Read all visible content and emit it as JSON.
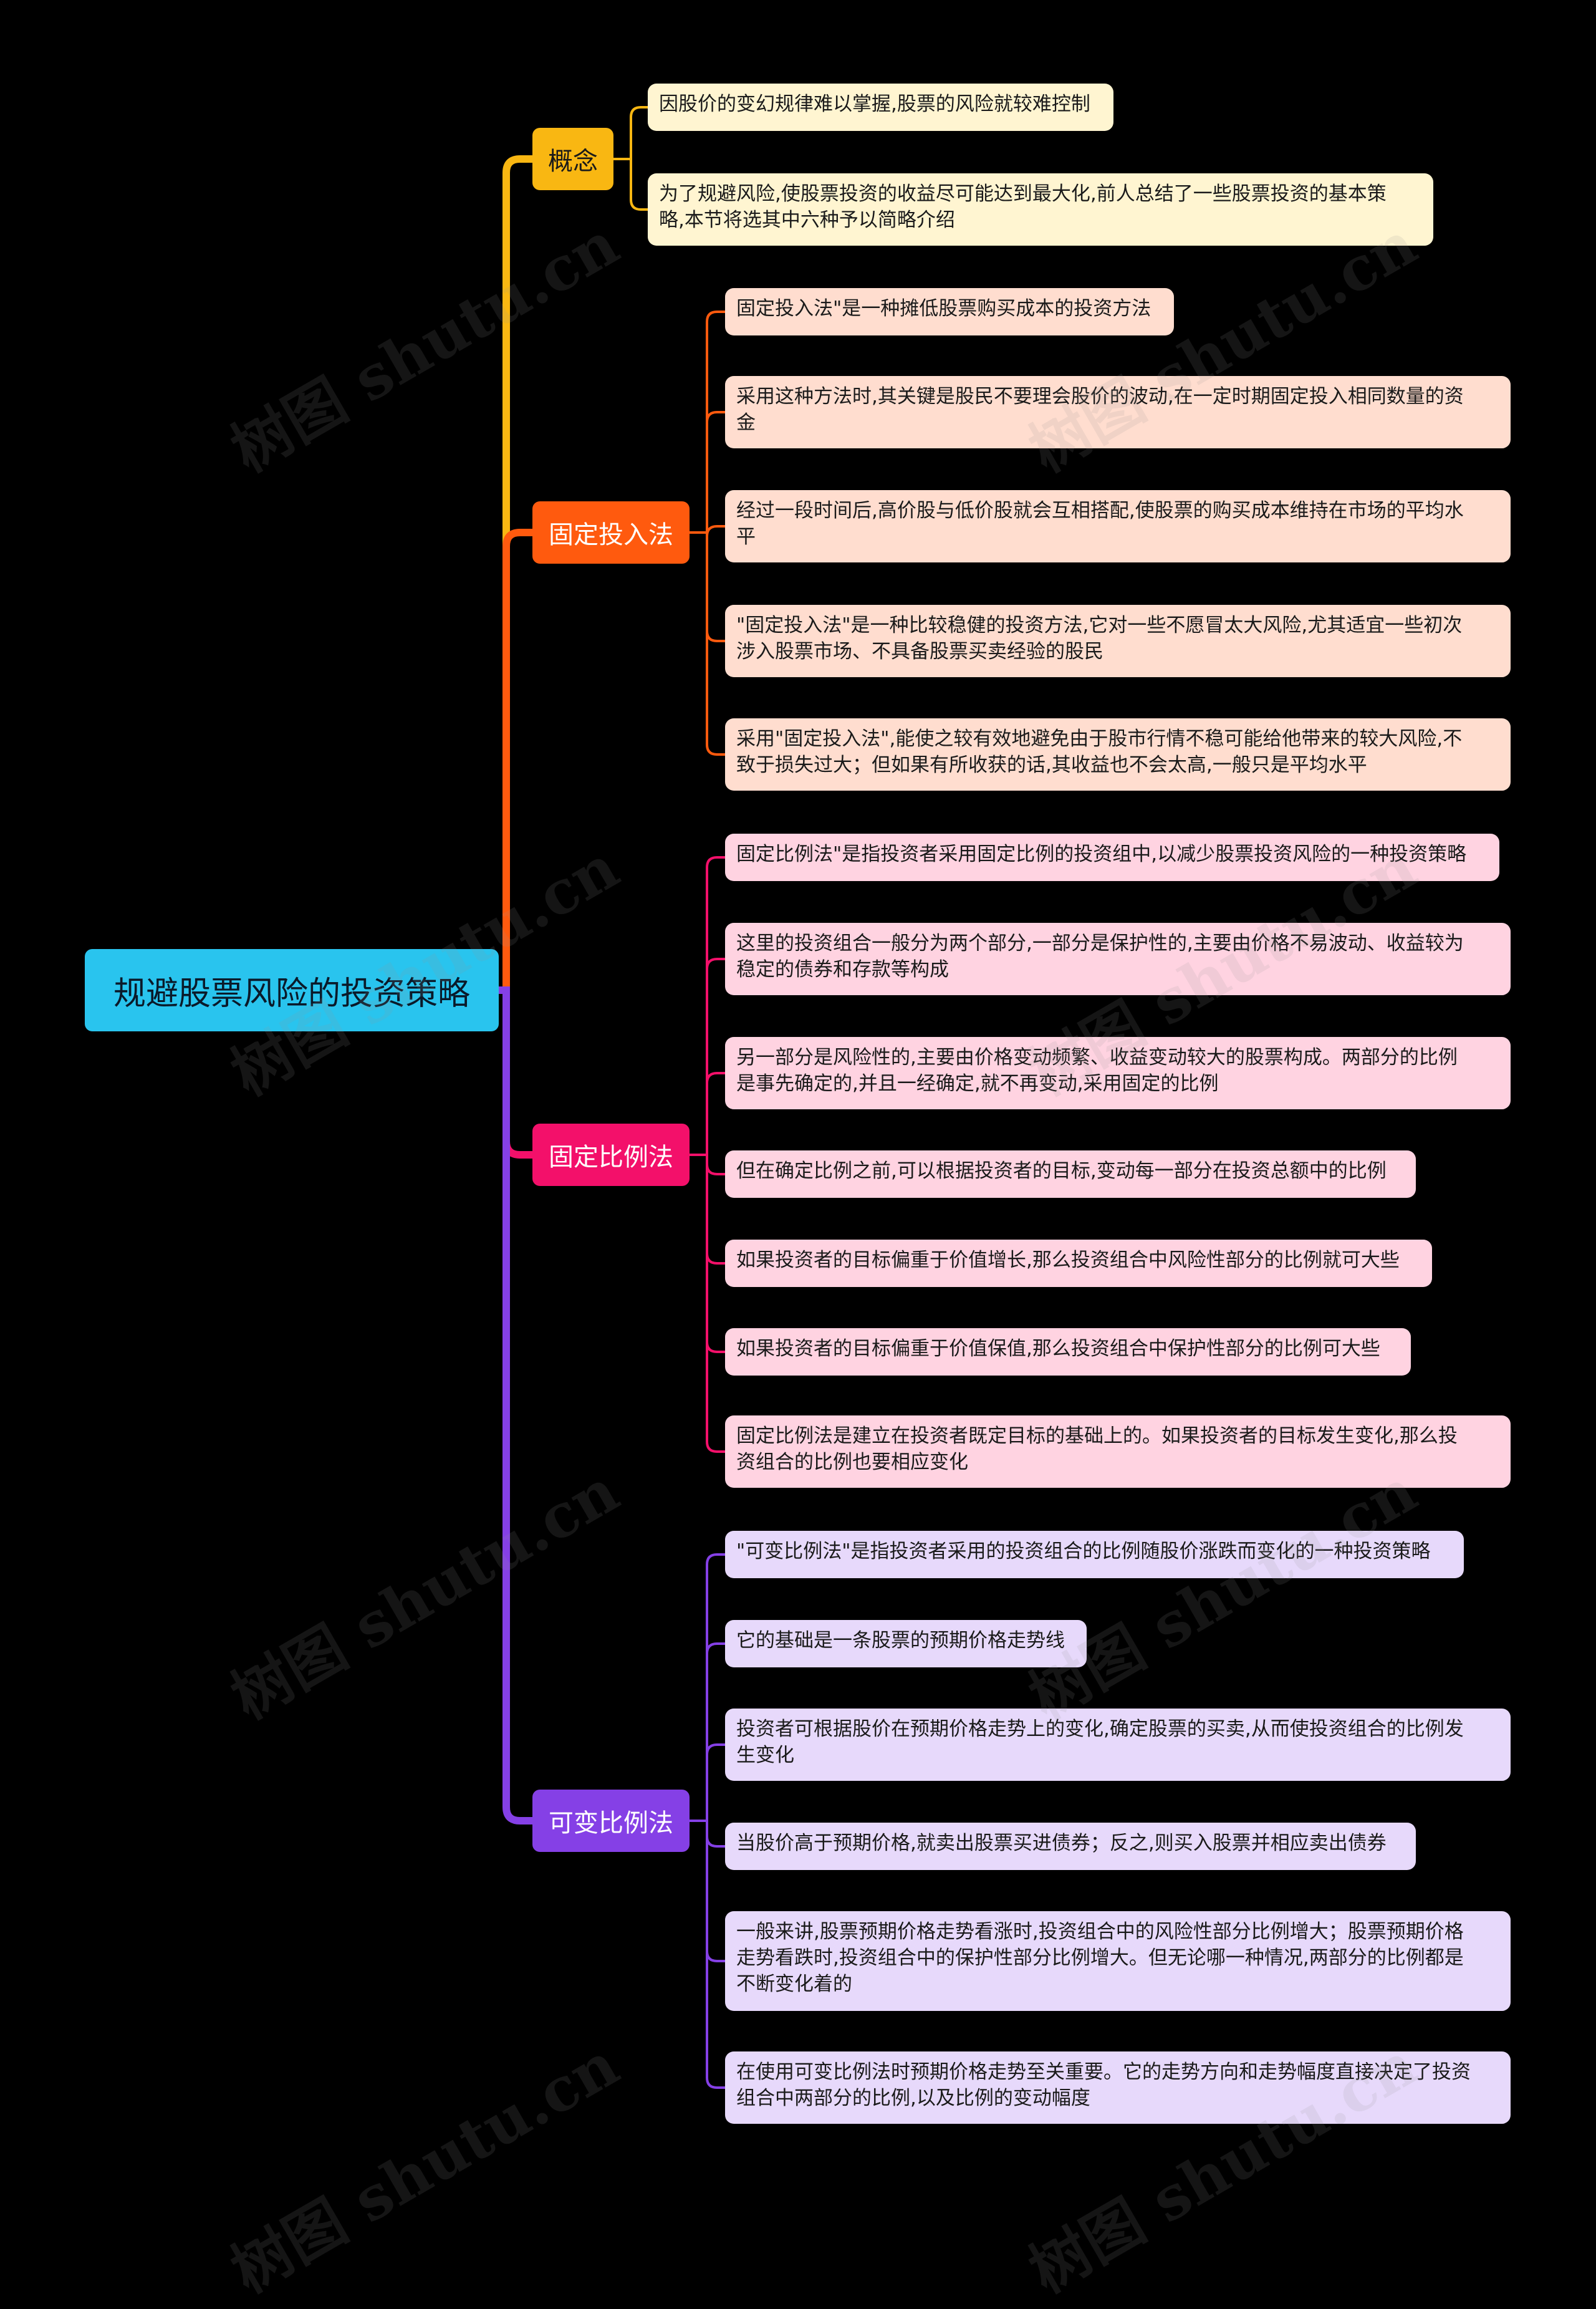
{
  "colors": {
    "background": "#000000",
    "root": "#29c4ee",
    "branch_concept": "#f9b712",
    "branch_fixed_invest": "#ff5a0e",
    "branch_fixed_ratio": "#f3106a",
    "branch_variable_ratio": "#8540e6",
    "leaf_concept": "#fff5d1",
    "leaf_fixed_invest": "#ffddcf",
    "leaf_fixed_ratio": "#ffd3e1",
    "leaf_variable_ratio": "#e7d9fb"
  },
  "root": {
    "label": "规避股票风险的投资策略"
  },
  "branches": [
    {
      "id": "concept",
      "label": "概念",
      "items": [
        [
          "因股价的变幻规律难以掌握,股票的风险就较难控制"
        ],
        [
          "为了规避风险,使股票投资的收益尽可能达到最大化,前人总结了一些股票投资的基本策",
          "略,本节将选其中六种予以简略介绍"
        ]
      ]
    },
    {
      "id": "fixed-invest",
      "label": "固定投入法",
      "items": [
        [
          "固定投入法\"是一种摊低股票购买成本的投资方法"
        ],
        [
          "采用这种方法时,其关键是股民不要理会股价的波动,在一定时期固定投入相同数量的资",
          "金"
        ],
        [
          "经过一段时间后,高价股与低价股就会互相搭配,使股票的购买成本维持在市场的平均水",
          "平"
        ],
        [
          "\"固定投入法\"是一种比较稳健的投资方法,它对一些不愿冒太大风险,尤其适宜一些初次",
          "涉入股票市场、不具备股票买卖经验的股民"
        ],
        [
          "采用\"固定投入法\",能使之较有效地避免由于股市行情不稳可能给他带来的较大风险,不",
          "致于损失过大；但如果有所收获的话,其收益也不会太高,一般只是平均水平"
        ]
      ]
    },
    {
      "id": "fixed-ratio",
      "label": "固定比例法",
      "items": [
        [
          "固定比例法\"是指投资者采用固定比例的投资组中,以减少股票投资风险的一种投资策略"
        ],
        [
          "这里的投资组合一般分为两个部分,一部分是保护性的,主要由价格不易波动、收益较为",
          "稳定的债券和存款等构成"
        ],
        [
          "另一部分是风险性的,主要由价格变动频繁、收益变动较大的股票构成。两部分的比例",
          "是事先确定的,并且一经确定,就不再变动,采用固定的比例"
        ],
        [
          "但在确定比例之前,可以根据投资者的目标,变动每一部分在投资总额中的比例"
        ],
        [
          "如果投资者的目标偏重于价值增长,那么投资组合中风险性部分的比例就可大些"
        ],
        [
          "如果投资者的目标偏重于价值保值,那么投资组合中保护性部分的比例可大些"
        ],
        [
          "固定比例法是建立在投资者既定目标的基础上的。如果投资者的目标发生变化,那么投",
          "资组合的比例也要相应变化"
        ]
      ]
    },
    {
      "id": "variable-ratio",
      "label": "可变比例法",
      "items": [
        [
          "\"可变比例法\"是指投资者采用的投资组合的比例随股价涨跌而变化的一种投资策略"
        ],
        [
          "它的基础是一条股票的预期价格走势线"
        ],
        [
          "投资者可根据股价在预期价格走势上的变化,确定股票的买卖,从而使投资组合的比例发",
          "生变化"
        ],
        [
          "当股价高于预期价格,就卖出股票买进债券；反之,则买入股票并相应卖出债券"
        ],
        [
          "一般来讲,股票预期价格走势看涨时,投资组合中的风险性部分比例增大；股票预期价格",
          "走势看跌时,投资组合中的保护性部分比例增大。但无论哪一种情况,两部分的比例都是",
          "不断变化着的"
        ],
        [
          "在使用可变比例法时预期价格走势至关重要。它的走势方向和走势幅度直接决定了投资",
          "组合中两部分的比例,以及比例的变动幅度"
        ]
      ]
    }
  ],
  "watermark": "树图 shutu.cn"
}
